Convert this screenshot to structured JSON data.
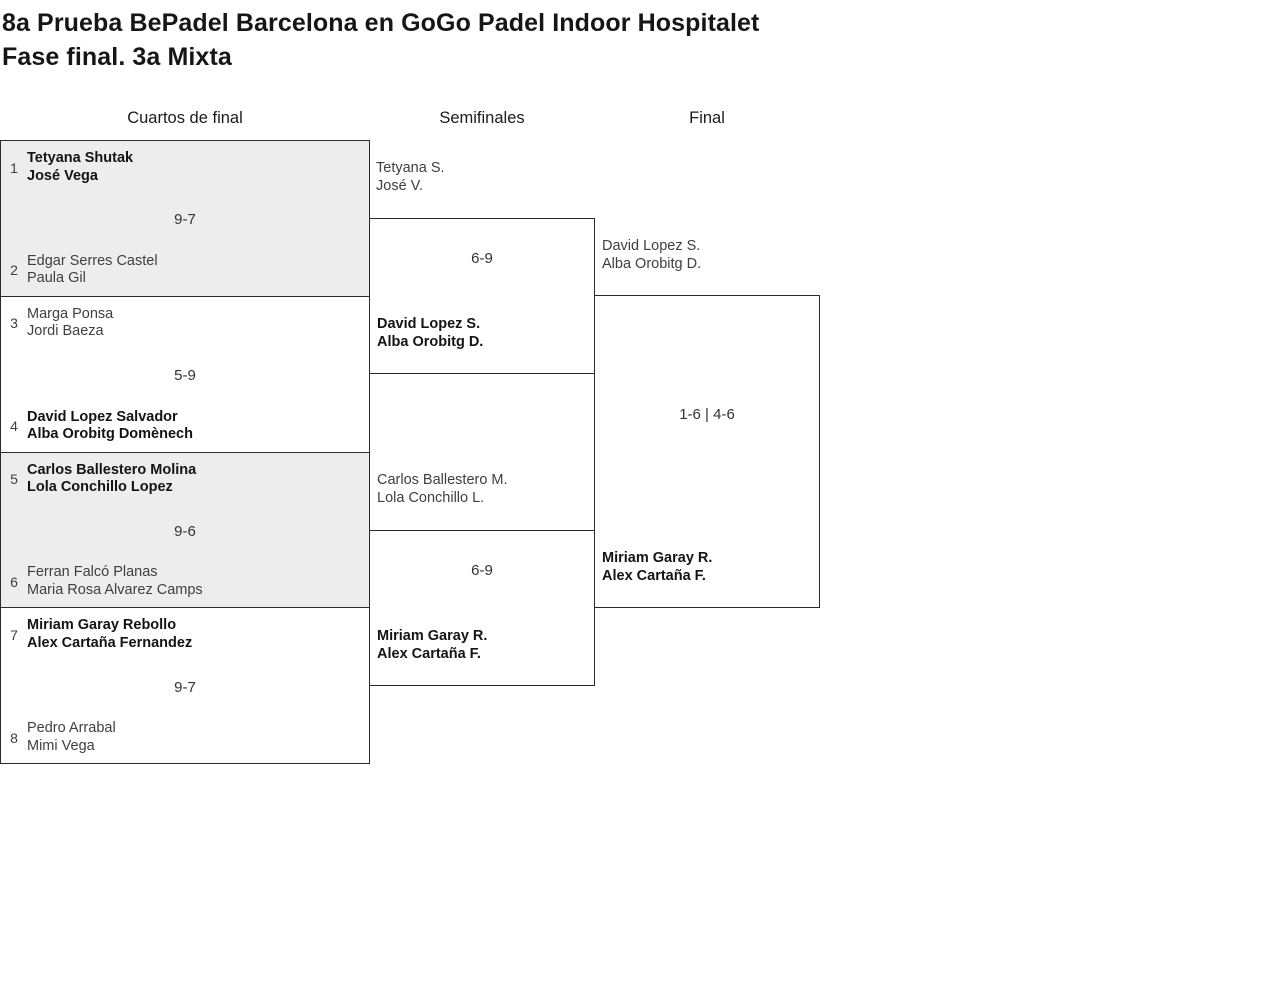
{
  "page": {
    "title": "8a Prueba BePadel Barcelona en GoGo Padel Indoor Hospitalet",
    "subtitle": "Fase final. 3a Mixta"
  },
  "columns": {
    "quarterfinals": "Cuartos de final",
    "semifinals": "Semifinales",
    "final": "Final"
  },
  "colors": {
    "background": "#ffffff",
    "shaded_match_bg": "#ededed",
    "border": "#2b2b2b",
    "winner_text": "#141414",
    "regular_text": "#3f3f3f"
  },
  "quarterfinals": [
    {
      "seed1": "1",
      "team1": [
        "Tetyana Shutak",
        "José Vega"
      ],
      "team1_winner": true,
      "score": "9-7",
      "seed2": "2",
      "team2": [
        "Edgar Serres Castel",
        "Paula Gil"
      ],
      "team2_winner": false,
      "shaded": true
    },
    {
      "seed1": "3",
      "team1": [
        "Marga Ponsa",
        "Jordi Baeza"
      ],
      "team1_winner": false,
      "score": "5-9",
      "seed2": "4",
      "team2": [
        "David Lopez Salvador",
        "Alba Orobitg Domènech"
      ],
      "team2_winner": true,
      "shaded": false
    },
    {
      "seed1": "5",
      "team1": [
        "Carlos Ballestero Molina",
        "Lola Conchillo Lopez"
      ],
      "team1_winner": true,
      "score": "9-6",
      "seed2": "6",
      "team2": [
        "Ferran Falcó Planas",
        "Maria Rosa Alvarez Camps"
      ],
      "team2_winner": false,
      "shaded": true
    },
    {
      "seed1": "7",
      "team1": [
        "Miriam Garay Rebollo",
        "Alex Cartaña Fernandez"
      ],
      "team1_winner": true,
      "score": "9-7",
      "seed2": "8",
      "team2": [
        "Pedro Arrabal",
        "Mimi Vega"
      ],
      "team2_winner": false,
      "shaded": false
    }
  ],
  "semifinals": [
    {
      "team1": [
        "Tetyana S.",
        "José V."
      ],
      "team1_winner": false,
      "score": "6-9",
      "team2": [
        "David Lopez S.",
        "Alba Orobitg D."
      ],
      "team2_winner": true
    },
    {
      "team1": [
        "Carlos Ballestero M.",
        "Lola Conchillo L."
      ],
      "team1_winner": false,
      "score": "6-9",
      "team2": [
        "Miriam Garay R.",
        "Alex Cartaña F."
      ],
      "team2_winner": true
    }
  ],
  "final": {
    "team1": [
      "David Lopez S.",
      "Alba Orobitg D."
    ],
    "team1_winner": false,
    "score": "1-6 | 4-6",
    "team2": [
      "Miriam Garay R.",
      "Alex Cartaña F."
    ],
    "team2_winner": true
  }
}
